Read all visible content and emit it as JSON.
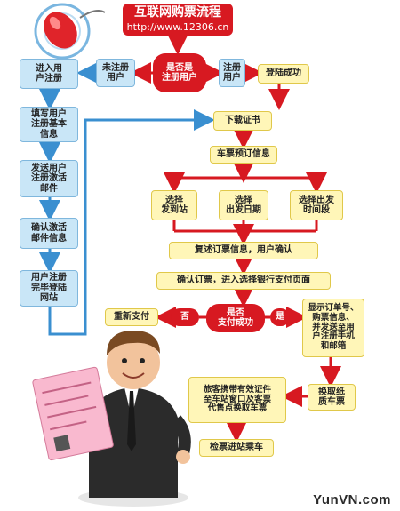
{
  "header": {
    "title": "互联网购票流程",
    "url": "http://www.12306.cn"
  },
  "decision_registered": "是否是\n注册用户",
  "decision_paid": "是否\n支付成功",
  "labels": {
    "unregistered": "未注册\n用户",
    "registered": "注册\n用户",
    "no": "否",
    "yes": "是"
  },
  "left_steps": [
    "进入用\n户注册",
    "填写用户\n注册基本\n信息",
    "发送用户\n注册激活\n邮件",
    "确认激活\n邮件信息",
    "用户注册\n完毕登陆\n网站"
  ],
  "main_steps": {
    "login_success": "登陆成功",
    "download_cert": "下载证书",
    "booking_info": "车票预订信息",
    "choose_from": "选择\n发到站",
    "choose_date": "选择\n出发日期",
    "choose_time": "选择出发\n时间段",
    "review": "复述订票信息，用户确认",
    "confirm_pay": "确认订票，进入选择银行支付页面",
    "repay": "重新支付",
    "show_order": "显示订单号、\n购票信息、\n并发送至用\n户注册手机\n和邮箱",
    "exchange": "换取纸\n质车票",
    "passenger_note": "旅客携带有效证件\n至车站窗口及客票\n代售点换取车票",
    "board": "检票进站乘车"
  },
  "watermark": "YunVN.com",
  "colors": {
    "accent_red": "#d71921",
    "step_blue": "#c9e6f7",
    "step_yellow": "#fff6b8",
    "connector_blue": "#3a8fd0"
  }
}
